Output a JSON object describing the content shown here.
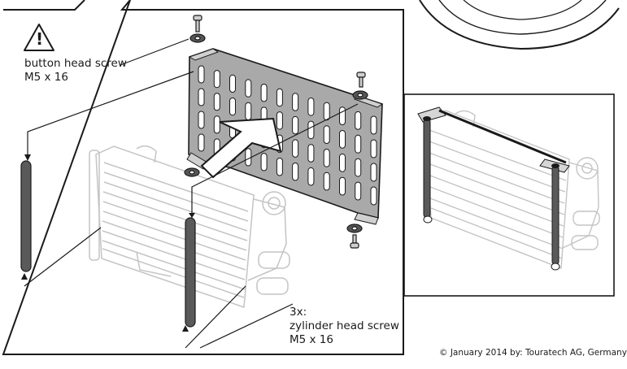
{
  "callouts": {
    "button_screw": {
      "name": "button head screw",
      "size": "M5 x 16"
    },
    "cylinder_screw": {
      "count": "3x:",
      "name": "zylinder head screw",
      "size": "M5 x 16"
    }
  },
  "warning_icon": {
    "type": "warning-triangle-icon",
    "glyph": "!"
  },
  "footer": {
    "copyright": "© January 2014 by: Touratech AG, Germany"
  },
  "colors": {
    "line": "#1a1a1a",
    "part_fill": "#a8a8a8",
    "ghost": "#cfcfcf",
    "rod": "#555555"
  }
}
